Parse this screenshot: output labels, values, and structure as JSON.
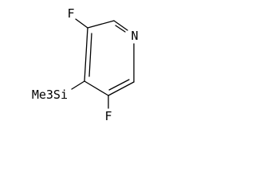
{
  "molecule": {
    "atoms": {
      "fluorine_top": "F",
      "nitrogen": "N",
      "fluorine_bottom": "F",
      "trimethylsilyl": "Me3Si"
    },
    "colors": {
      "ink": "#000000",
      "background": "#ffffff"
    }
  }
}
